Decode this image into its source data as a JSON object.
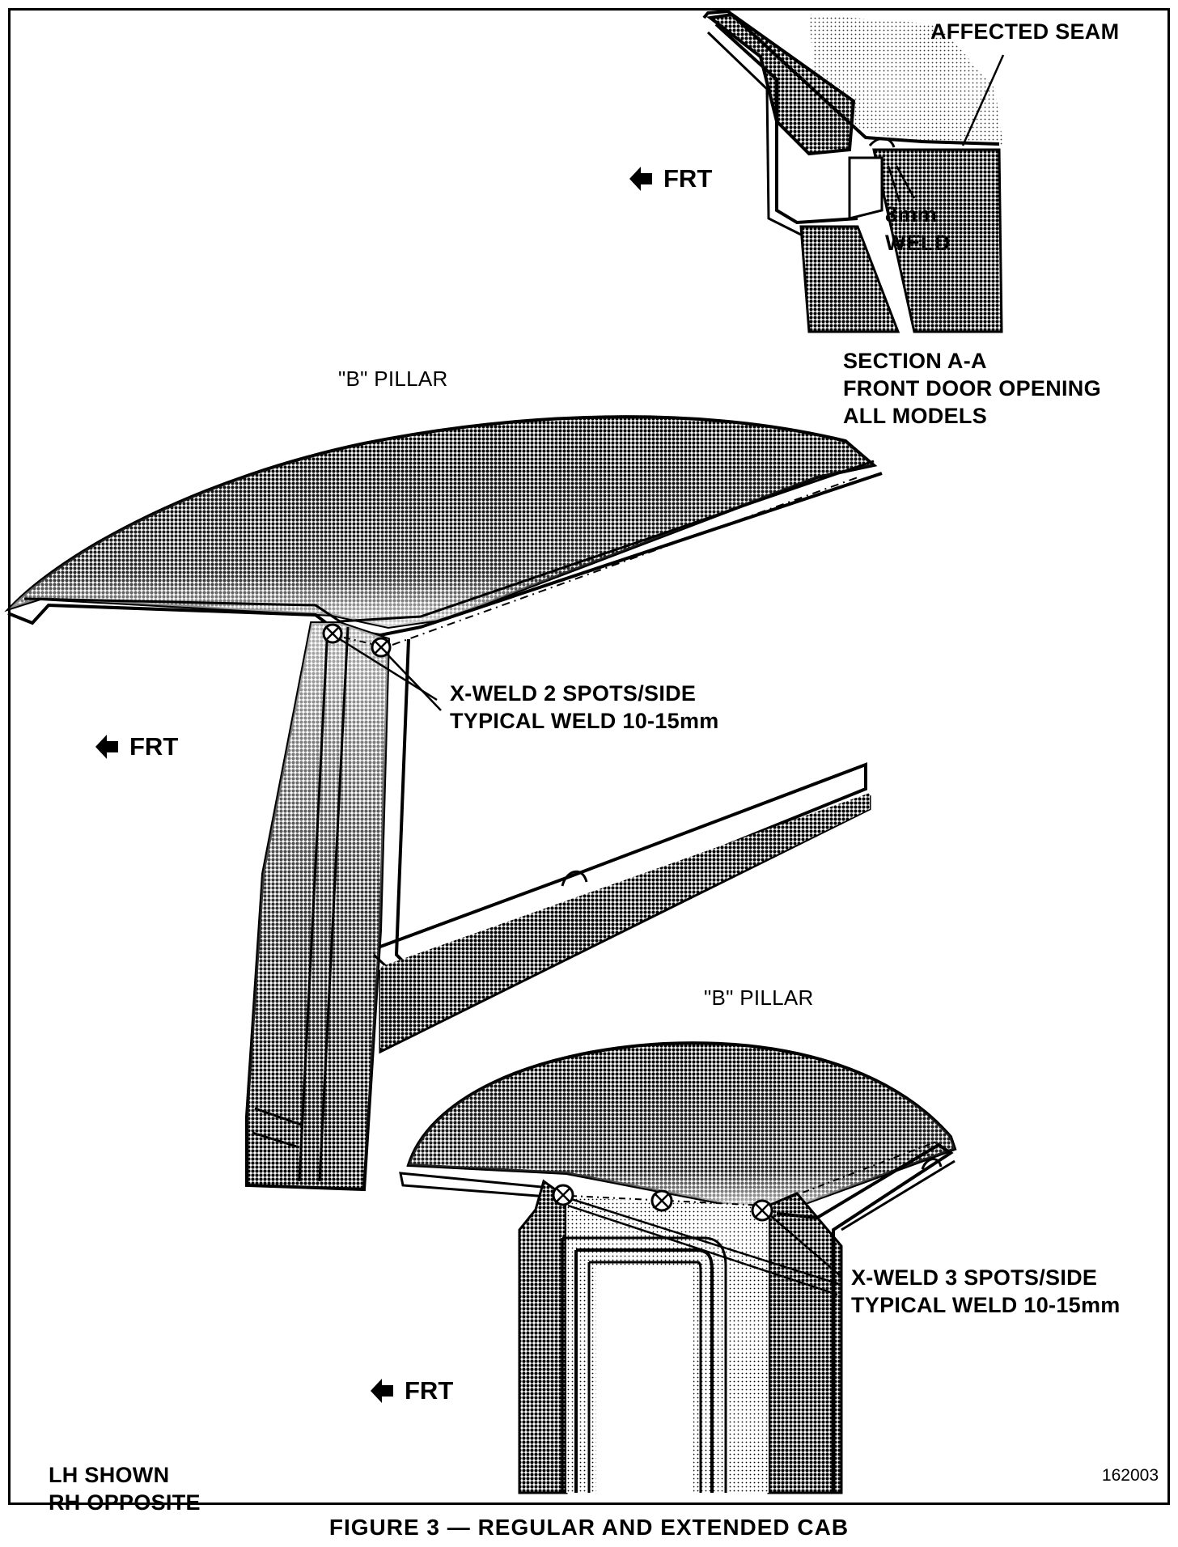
{
  "figure": {
    "caption": "FIGURE 3 — REGULAR AND EXTENDED CAB",
    "number": "162003"
  },
  "section_view": {
    "affected_label": "AFFECTED SEAM",
    "weld_line1": "8mm",
    "weld_line2": "WELD",
    "frt": "FRT",
    "title_line1": "SECTION A-A",
    "title_line2": "FRONT DOOR OPENING",
    "title_line3": "ALL MODELS"
  },
  "regular_cab": {
    "pillar_label": "\"B\" PILLAR",
    "frt": "FRT",
    "weld_line1": "X-WELD 2 SPOTS/SIDE",
    "weld_line2": "TYPICAL WELD 10-15mm"
  },
  "extended_cab": {
    "pillar_label": "\"B\" PILLAR",
    "frt": "FRT",
    "weld_line1": "X-WELD 3 SPOTS/SIDE",
    "weld_line2": "TYPICAL WELD 10-15mm"
  },
  "note": {
    "line1": "LH SHOWN",
    "line2": "RH OPPOSITE"
  },
  "icons": [
    "left-arrow-icon",
    "weld-spot-icon"
  ]
}
